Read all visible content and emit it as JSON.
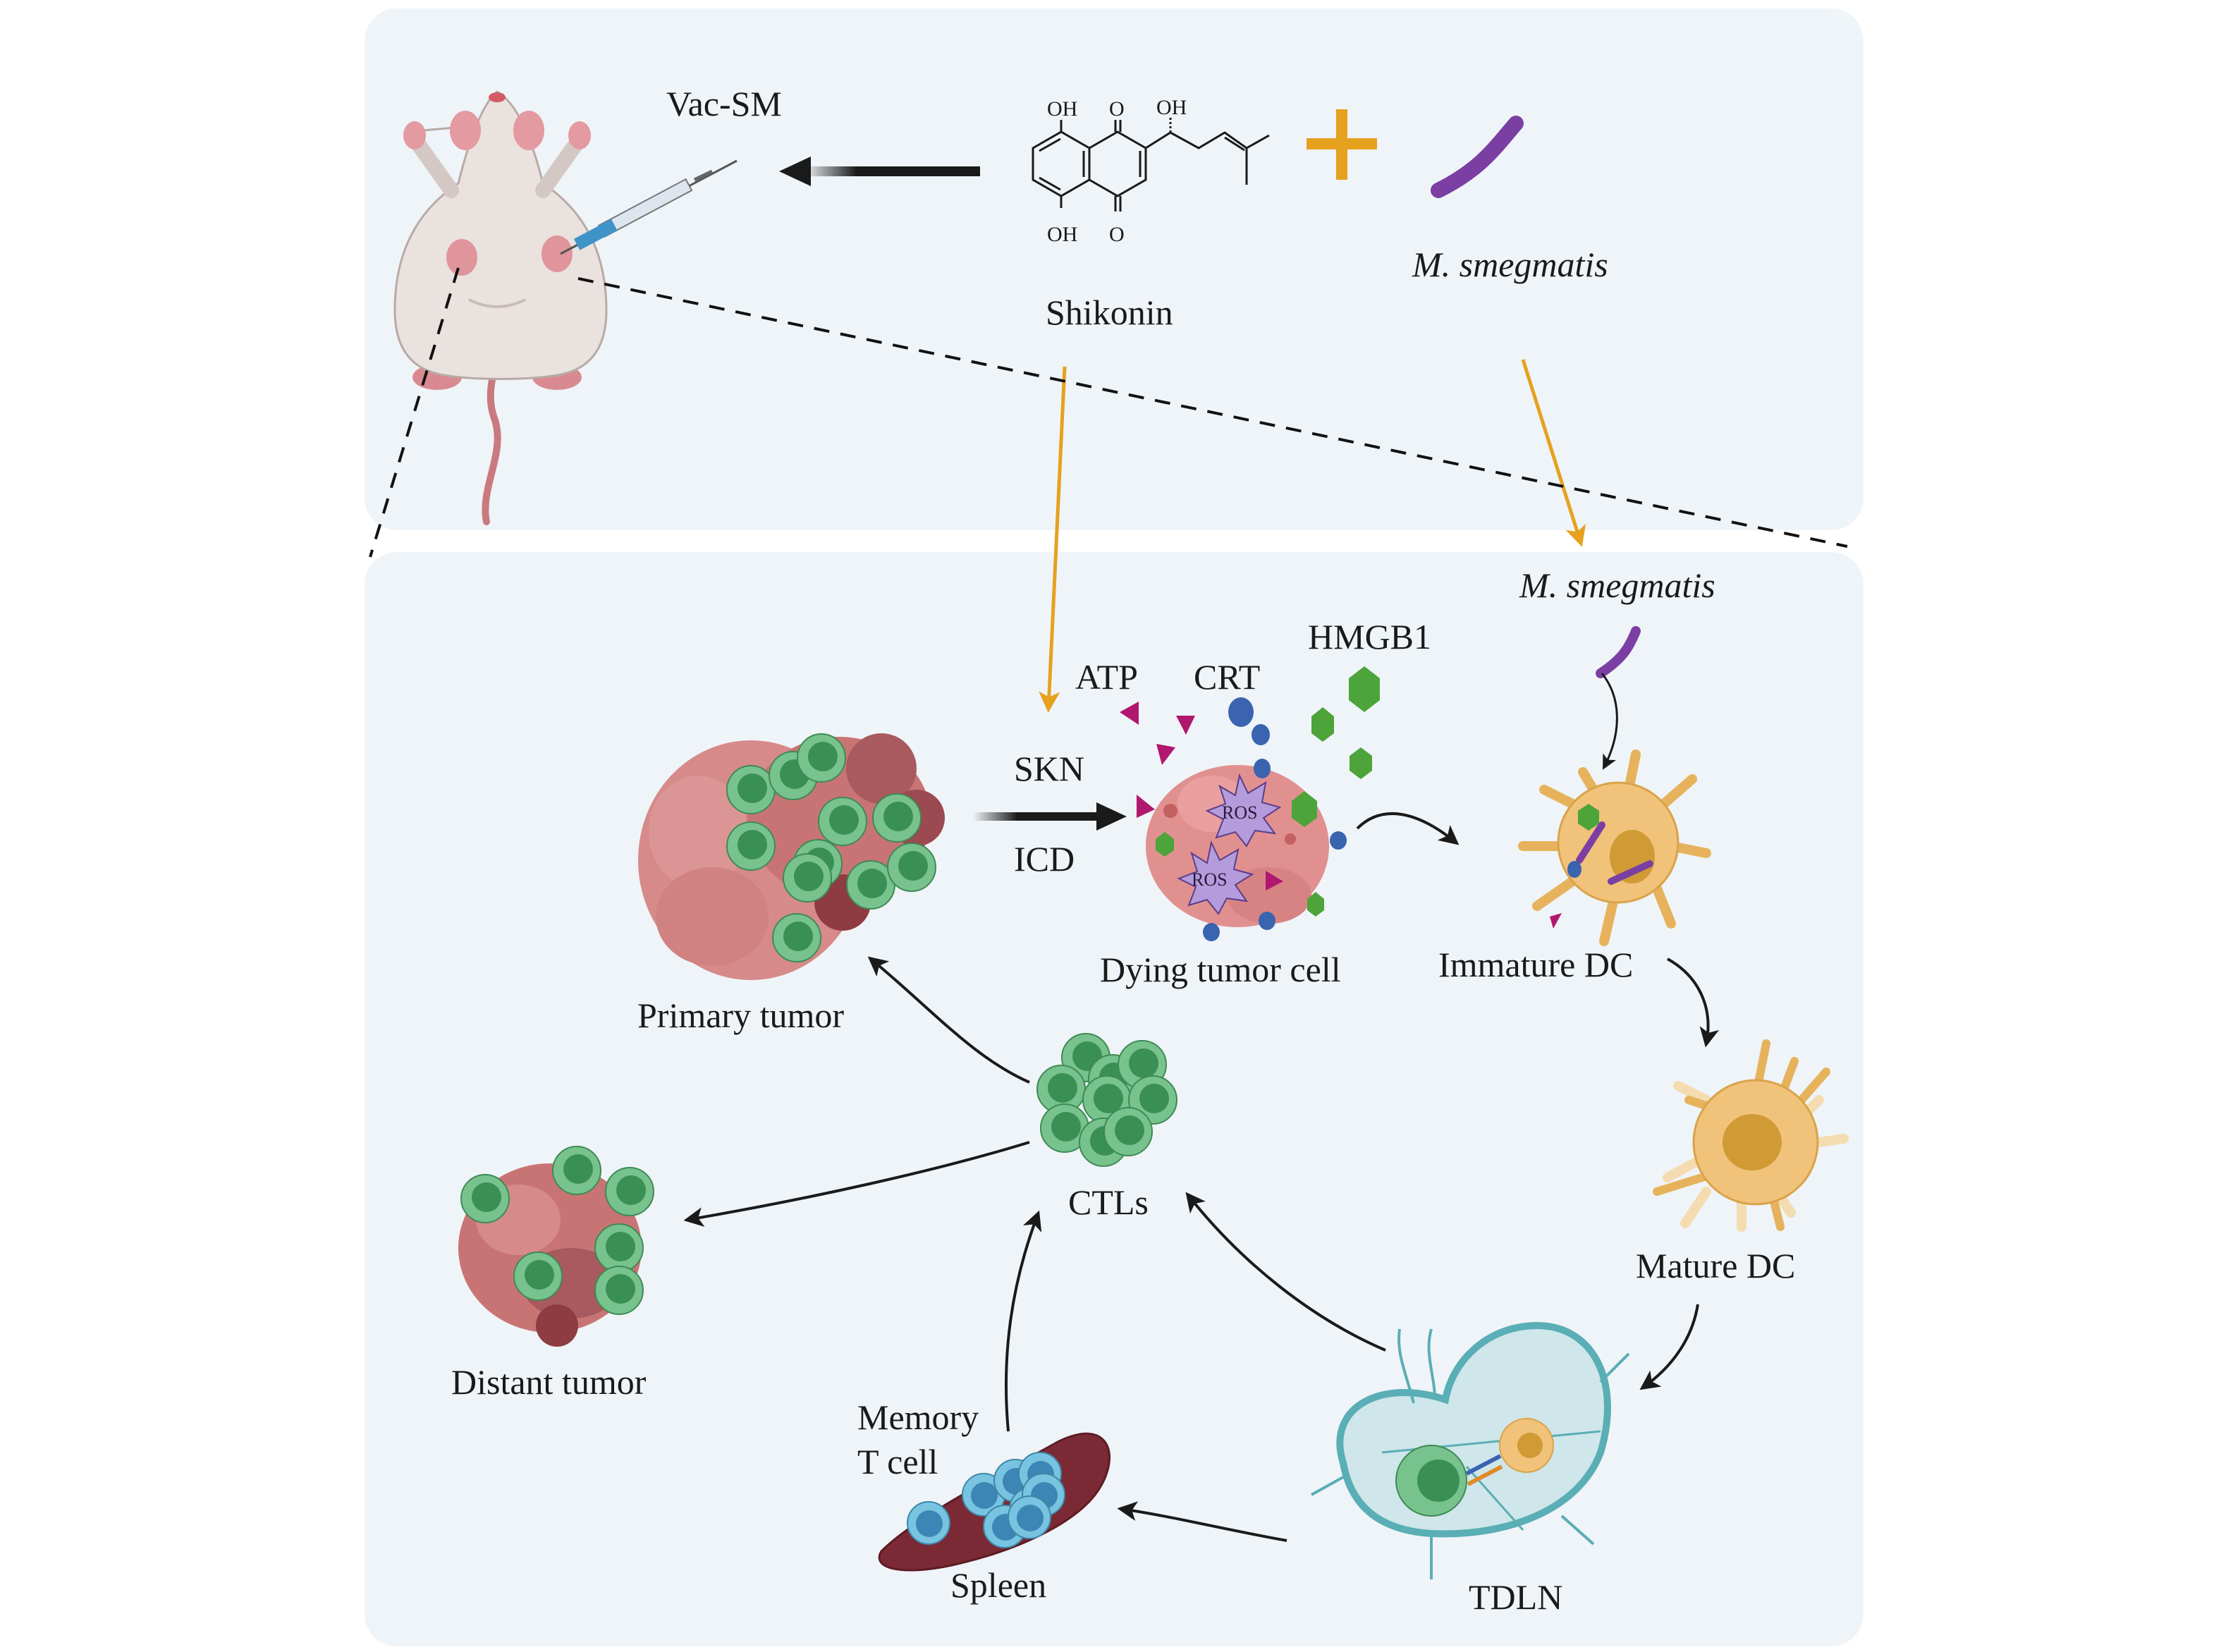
{
  "figure": {
    "top_panel": {
      "vaccine_label": "Vac-SM",
      "compound_label": "Shikonin",
      "compound_atoms": {
        "oh_top_left": "OH",
        "o_top": "O",
        "oh_side_chain": "OH",
        "oh_bottom_left": "OH",
        "o_bottom": "O"
      },
      "plus_symbol": "+",
      "bacteria_label": "M. smegmatis"
    },
    "bottom_panel": {
      "bacteria_label": "M. smegmatis",
      "damps": {
        "atp": "ATP",
        "crt": "CRT",
        "hmgb1": "HMGB1"
      },
      "treatment_arrow": {
        "above": "SKN",
        "below": "ICD"
      },
      "ros_label": "ROS",
      "nodes": {
        "primary_tumor": "Primary tumor",
        "dying_tumor_cell": "Dying tumor cell",
        "immature_dc": "Immature DC",
        "mature_dc": "Mature DC",
        "tdln": "TDLN",
        "spleen": "Spleen",
        "memory_t_cell_line1": "Memory",
        "memory_t_cell_line2": "T cell",
        "ctls": "CTLs",
        "distant_tumor": "Distant tumor"
      }
    },
    "colors": {
      "panel_bg": "#eff4f8",
      "accent_orange": "#e6a11f",
      "bacteria_purple": "#7b3fa3",
      "ctl_green_outer": "#78c28e",
      "ctl_green_inner": "#3a8f55",
      "tumor_pink": "#d98a8a",
      "dc_yellow": "#f0c27a",
      "crt_blue": "#3a63b0",
      "atp_magenta": "#b0176e",
      "hmgb1_green": "#4ca43a",
      "memory_blue": "#6bb7d6",
      "spleen_red": "#7b2a35",
      "ln_teal": "#5aaeb5"
    }
  }
}
